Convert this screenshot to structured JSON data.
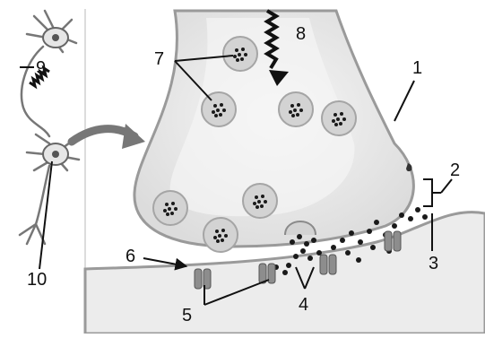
{
  "diagram": {
    "labels": {
      "l1": "1",
      "l2": "2",
      "l3": "3",
      "l4": "4",
      "l5": "5",
      "l6": "6",
      "l7": "7",
      "l8": "8",
      "l9": "9",
      "l10": "10"
    },
    "colors": {
      "terminal_fill": "#e9e9e9",
      "terminal_outline": "#9a9a9a",
      "postsynaptic_fill": "#ececec",
      "vesicle_fill": "#d3d3d3",
      "dot": "#1a1a1a",
      "receptor": "#8d8d8d"
    }
  }
}
